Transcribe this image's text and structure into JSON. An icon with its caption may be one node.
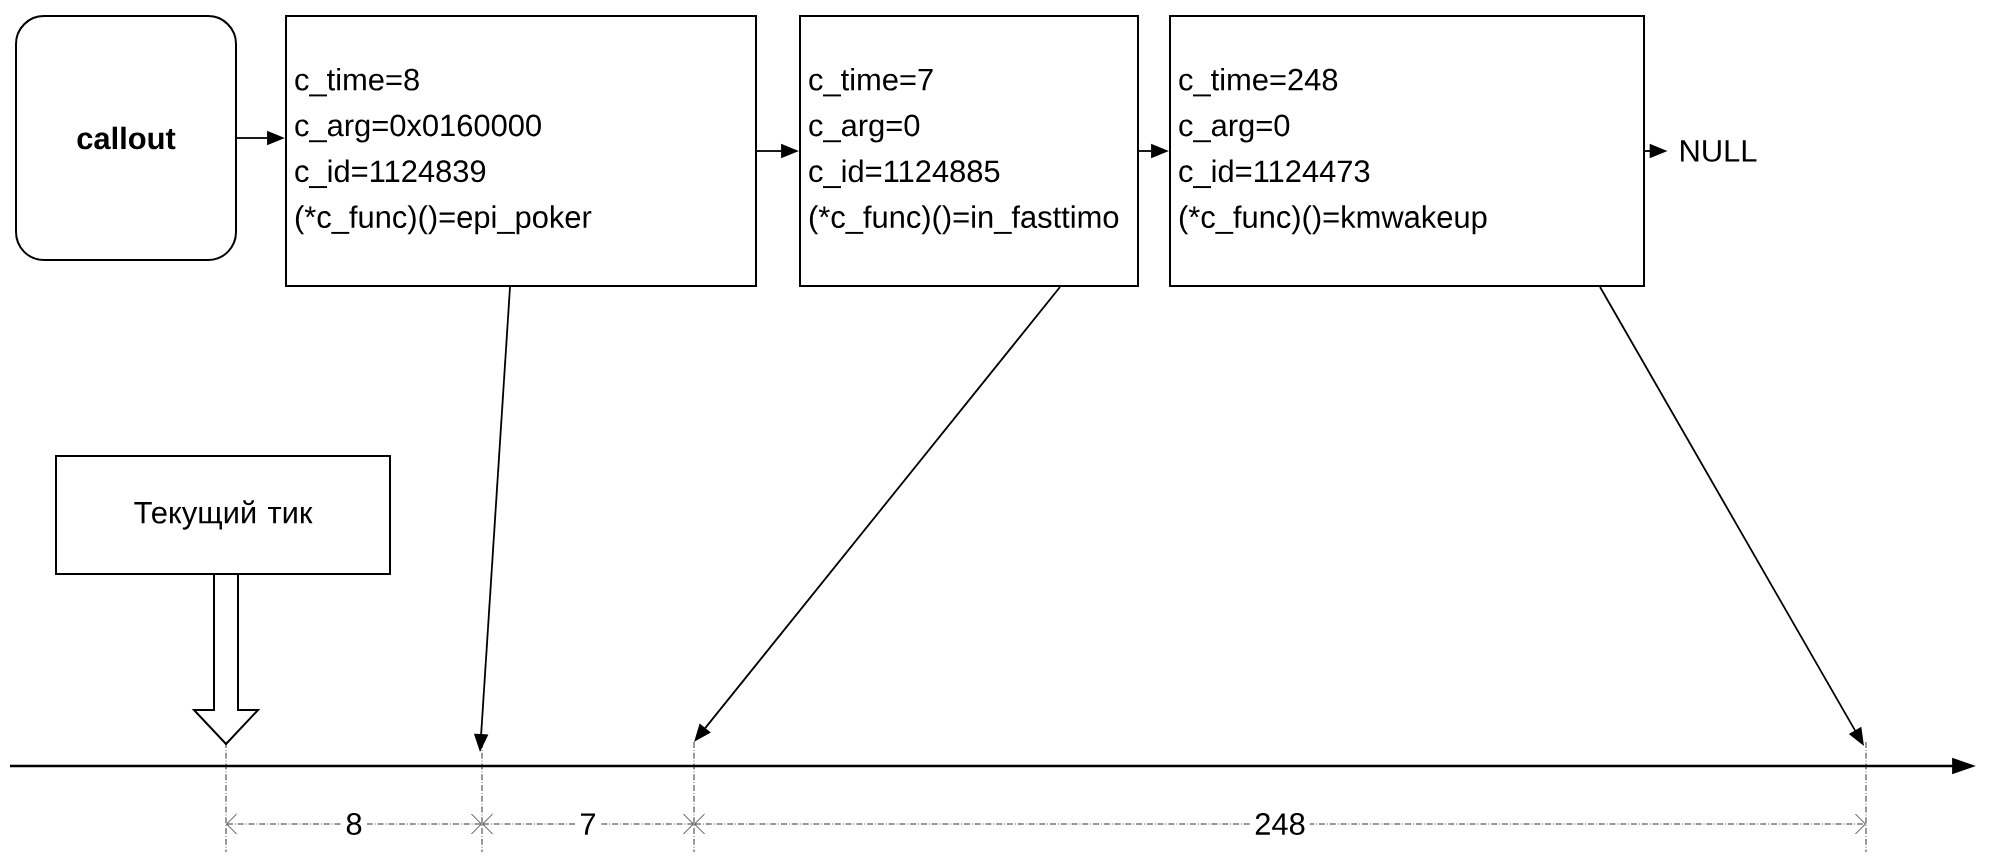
{
  "diagram": {
    "nodes": [
      {
        "text": [
          "callout"
        ]
      },
      {
        "text": [
          "c_time=8",
          "c_arg=0x0160000",
          "c_id=1124839",
          "(*c_func)()=epi_poker"
        ]
      },
      {
        "text": [
          "c_time=7",
          "c_arg=0",
          "c_id=1124885",
          "(*c_func)()=in_fasttimo"
        ]
      },
      {
        "text": [
          "c_time=248",
          "c_arg=0",
          "c_id=1124473",
          "(*c_func)()=kmwakeup"
        ]
      },
      {
        "text": [
          "NULL"
        ]
      },
      {
        "text": [
          "Текущий тик"
        ]
      }
    ],
    "edges": [
      {
        "from": 0,
        "to": 1,
        "arrow": "to"
      },
      {
        "from": 1,
        "to": 2,
        "arrow": "to"
      },
      {
        "from": 2,
        "to": 3,
        "arrow": "to"
      },
      {
        "from": 3,
        "to": 4,
        "arrow": "to"
      },
      {
        "from": 1,
        "to": null,
        "arrow": "to"
      },
      {
        "from": 2,
        "to": null,
        "arrow": "to"
      },
      {
        "from": 3,
        "to": null,
        "arrow": "to"
      }
    ],
    "labels": [
      "8",
      "7",
      "248"
    ]
  }
}
